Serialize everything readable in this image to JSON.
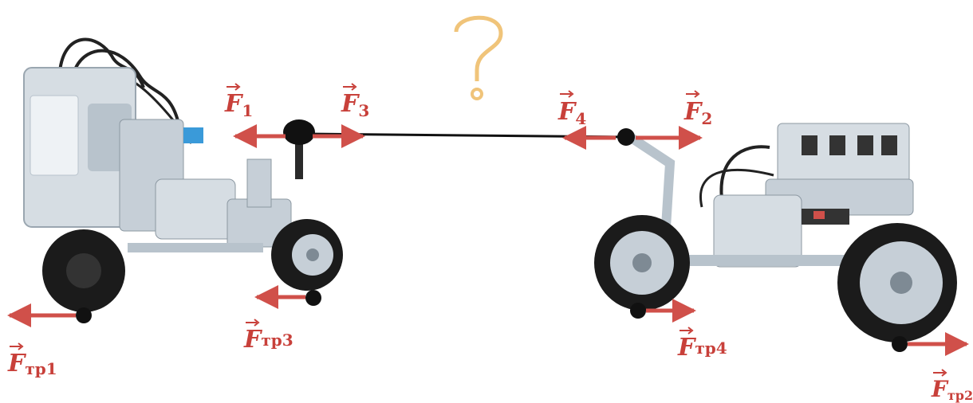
{
  "question_mark": "?",
  "colors": {
    "force": "#d0504a",
    "label": "#c8403a",
    "rope": "#111111",
    "question": "#f0c47a",
    "lego_light": "#d6dde3",
    "lego_mid": "#b8c3cc",
    "lego_dark": "#7e8a94",
    "tire": "#1b1b1b",
    "blue_accent": "#3a9ad9"
  },
  "forces": [
    {
      "id": "F1",
      "base": "F",
      "sub": "1"
    },
    {
      "id": "F3",
      "base": "F",
      "sub": "3"
    },
    {
      "id": "F4",
      "base": "F",
      "sub": "4"
    },
    {
      "id": "F2",
      "base": "F",
      "sub": "2"
    },
    {
      "id": "Ftr1",
      "base": "F",
      "sub": "тр1"
    },
    {
      "id": "Ftr3",
      "base": "F",
      "sub": "тр3"
    },
    {
      "id": "Ftr4",
      "base": "F",
      "sub": "тр4"
    },
    {
      "id": "Ftr2",
      "base": "F",
      "sub": "тр2"
    }
  ]
}
